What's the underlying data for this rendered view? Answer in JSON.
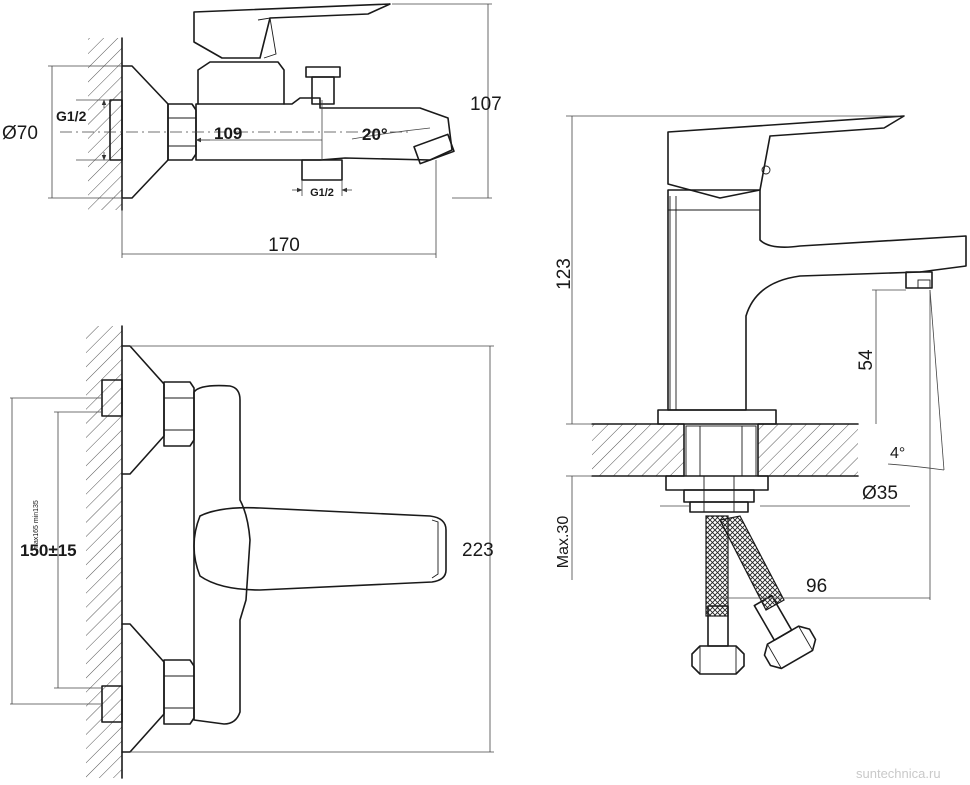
{
  "bath_mixer_side": {
    "dia_flange": "Ø70",
    "thread_inlet": "G1/2",
    "reach": "109",
    "spout_angle": "20°",
    "thread_outlet": "G1/2",
    "length": "170",
    "height": "107"
  },
  "bath_mixer_front": {
    "centers": "150±15",
    "centers_range": "max165 min135",
    "height": "223"
  },
  "basin_mixer": {
    "height": "123",
    "spout_height": "54",
    "tilt": "4°",
    "hole_dia": "Ø35",
    "max_thickness": "Max.30",
    "reach": "96"
  },
  "watermark": "suntechnica.ru"
}
